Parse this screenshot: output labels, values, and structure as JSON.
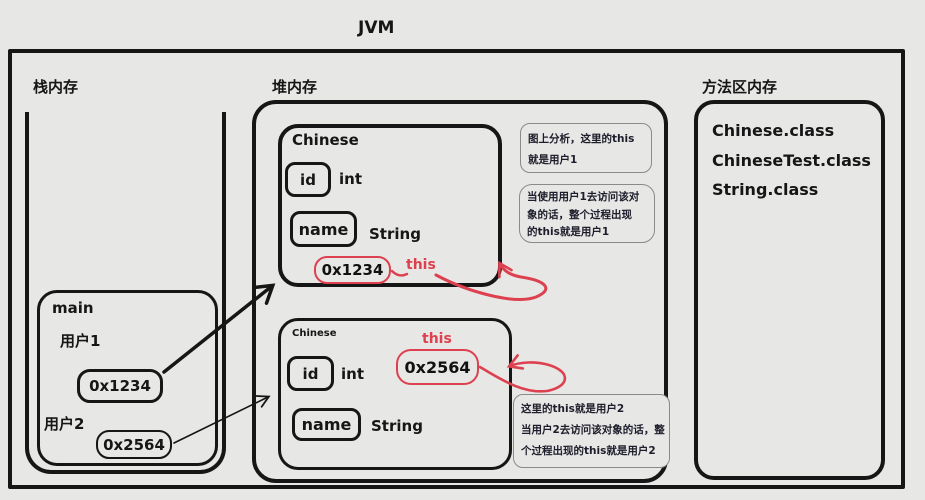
{
  "title": "JVM",
  "stack": {
    "label": "栈内存",
    "main_frame": {
      "label": "main",
      "vars": [
        {
          "name": "用户1",
          "value": "0x1234"
        },
        {
          "name": "用户2",
          "value": "0x2564"
        }
      ]
    }
  },
  "heap": {
    "label": "堆内存",
    "objects": [
      {
        "class_name": "Chinese",
        "fields": [
          {
            "name": "id",
            "type": "int"
          },
          {
            "name": "name",
            "type": "String"
          }
        ],
        "address": "0x1234",
        "this_label": "this"
      },
      {
        "class_name": "Chinese",
        "fields": [
          {
            "name": "id",
            "type": "int"
          },
          {
            "name": "name",
            "type": "String"
          }
        ],
        "address": "0x2564",
        "this_label": "this"
      }
    ],
    "notes": [
      {
        "lines": [
          "图上分析，这里的this",
          "就是用户1"
        ]
      },
      {
        "lines": [
          "当使用用户1去访问该对",
          "象的话，整个过程出现",
          "的this就是用户1"
        ]
      },
      {
        "lines": [
          "这里的this就是用户2",
          "当用户2去访问该对象的话，整",
          "个过程出现的this就是用户2"
        ]
      }
    ]
  },
  "method_area": {
    "label": "方法区内存",
    "classes": [
      "Chinese.class",
      "ChineseTest.class",
      "String.class"
    ]
  },
  "colors": {
    "ink": "#161616",
    "red": "#dd4150",
    "background": "#e7e7e5"
  }
}
